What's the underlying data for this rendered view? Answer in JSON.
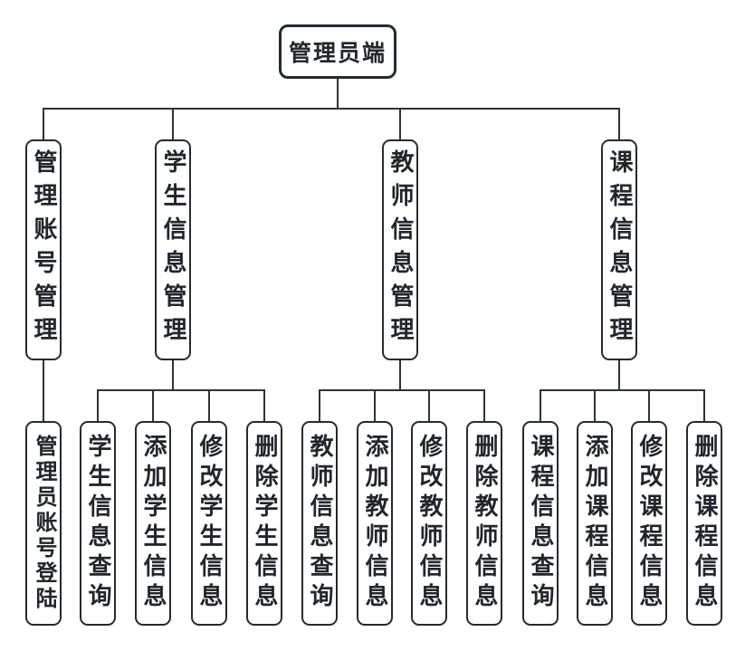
{
  "diagram": {
    "root": {
      "label": "管理员端"
    },
    "branches": [
      {
        "label": "管理账号管理",
        "children": [
          {
            "label": "管理员账号登陆"
          }
        ]
      },
      {
        "label": "学生信息管理",
        "children": [
          {
            "label": "学生信息查询"
          },
          {
            "label": "添加学生信息"
          },
          {
            "label": "修改学生信息"
          },
          {
            "label": "删除学生信息"
          }
        ]
      },
      {
        "label": "教师信息管理",
        "children": [
          {
            "label": "教师信息查询"
          },
          {
            "label": "添加教师信息"
          },
          {
            "label": "修改教师信息"
          },
          {
            "label": "删除教师信息"
          }
        ]
      },
      {
        "label": "课程信息管理",
        "children": [
          {
            "label": "课程信息查询"
          },
          {
            "label": "添加课程信息"
          },
          {
            "label": "修改课程信息"
          },
          {
            "label": "删除课程信息"
          }
        ]
      }
    ],
    "colors": {
      "background": "#ffffff",
      "box_border": "#262b31",
      "connector_line": "#2e3338",
      "text": "#22262b"
    }
  }
}
